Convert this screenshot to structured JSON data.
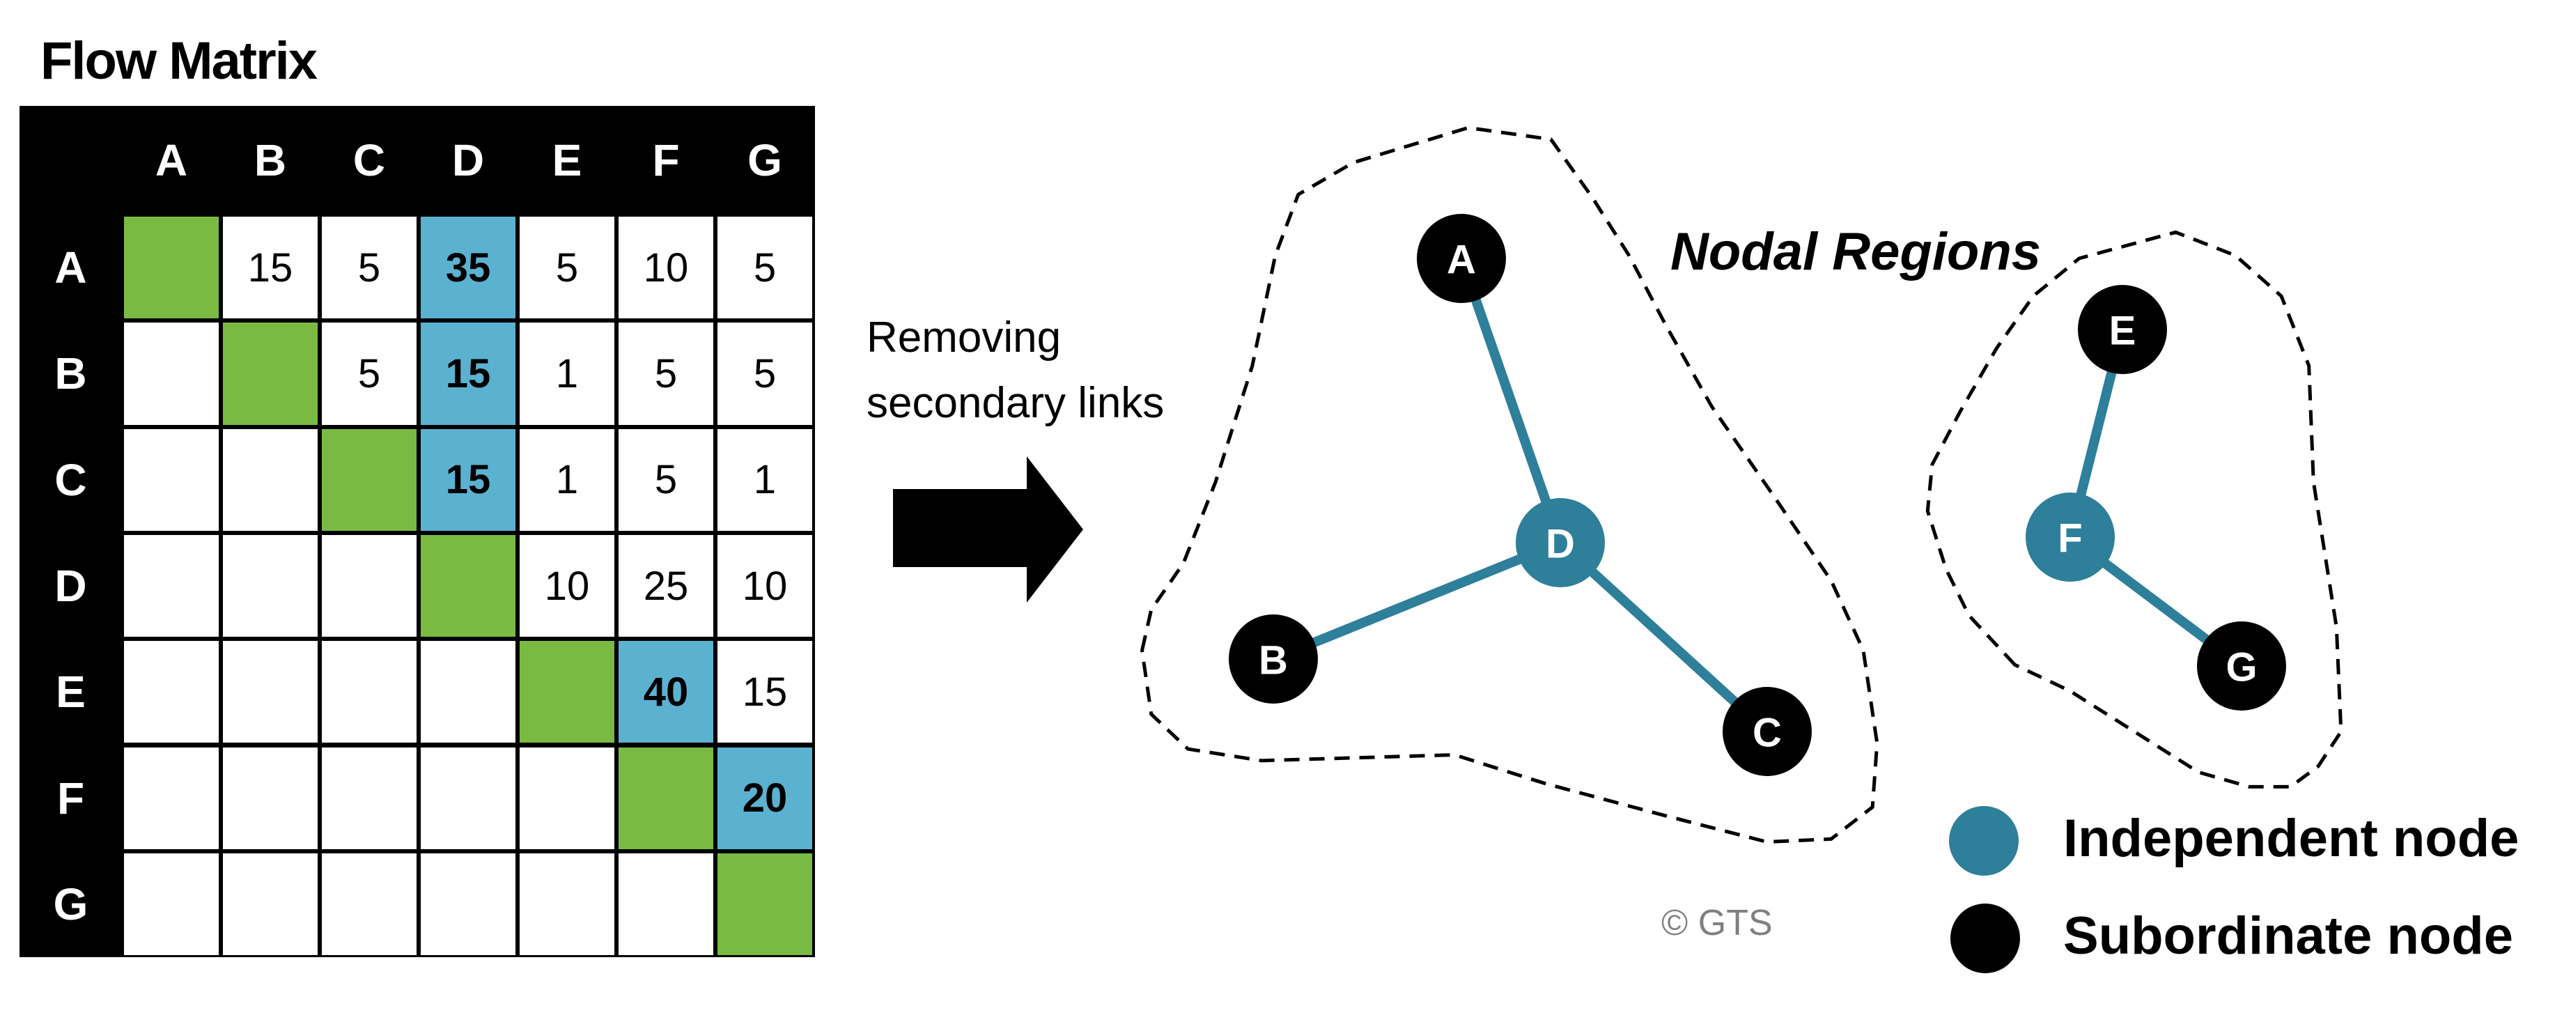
{
  "title": "Flow Matrix",
  "matrix": {
    "columns": [
      "A",
      "B",
      "C",
      "D",
      "E",
      "F",
      "G"
    ],
    "rows": [
      {
        "label": "A",
        "cells": [
          "",
          "15",
          "5",
          "35",
          "5",
          "10",
          "5"
        ]
      },
      {
        "label": "B",
        "cells": [
          "",
          "",
          "5",
          "15",
          "1",
          "5",
          "5"
        ]
      },
      {
        "label": "C",
        "cells": [
          "",
          "",
          "",
          "15",
          "1",
          "5",
          "1"
        ]
      },
      {
        "label": "D",
        "cells": [
          "",
          "",
          "",
          "",
          "10",
          "25",
          "10"
        ]
      },
      {
        "label": "E",
        "cells": [
          "",
          "",
          "",
          "",
          "",
          "40",
          "15"
        ]
      },
      {
        "label": "F",
        "cells": [
          "",
          "",
          "",
          "",
          "",
          "",
          "20"
        ]
      },
      {
        "label": "G",
        "cells": [
          "",
          "",
          "",
          "",
          "",
          "",
          ""
        ]
      }
    ],
    "primary_links": [
      [
        "A",
        "D"
      ],
      [
        "B",
        "D"
      ],
      [
        "C",
        "D"
      ],
      [
        "E",
        "F"
      ],
      [
        "F",
        "G"
      ]
    ],
    "colors": {
      "diagonal": "#7aba43",
      "primary": "#5bb1d0",
      "header": "#000000"
    }
  },
  "arrow": {
    "lines": [
      "Removing",
      "secondary links"
    ]
  },
  "regions": {
    "title": "Nodal Regions",
    "nodes": [
      {
        "id": "A",
        "type": "subordinate"
      },
      {
        "id": "B",
        "type": "subordinate"
      },
      {
        "id": "C",
        "type": "subordinate"
      },
      {
        "id": "D",
        "type": "independent"
      },
      {
        "id": "E",
        "type": "subordinate"
      },
      {
        "id": "F",
        "type": "independent"
      },
      {
        "id": "G",
        "type": "subordinate"
      }
    ],
    "edges": [
      [
        "A",
        "D"
      ],
      [
        "B",
        "D"
      ],
      [
        "C",
        "D"
      ],
      [
        "E",
        "F"
      ],
      [
        "F",
        "G"
      ]
    ],
    "colors": {
      "independent": "#2e7f9a",
      "subordinate": "#000000",
      "edge": "#2e7f9a"
    }
  },
  "legend": {
    "independent": "Independent node",
    "subordinate": "Subordinate node"
  },
  "copyright": "© GTS"
}
